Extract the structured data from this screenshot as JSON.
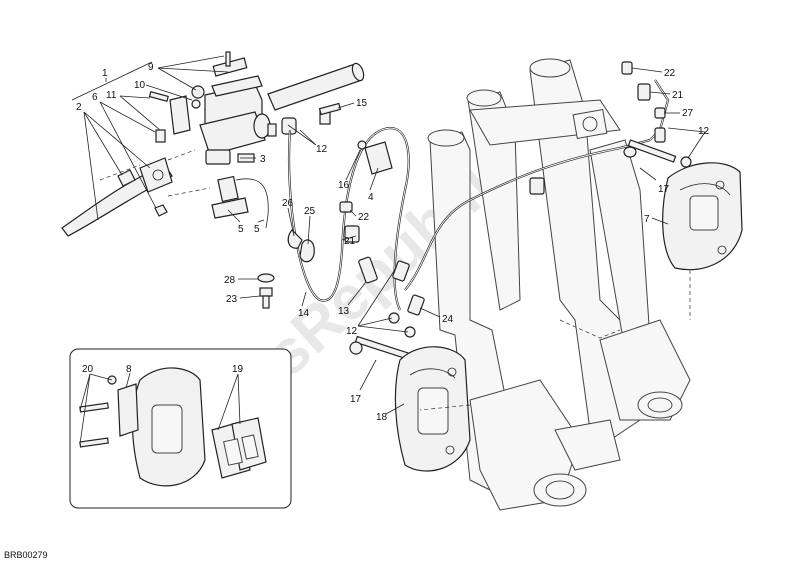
{
  "labels": [
    {
      "text": "1"
    },
    {
      "text": "2"
    },
    {
      "text": "3"
    },
    {
      "text": "4"
    },
    {
      "text": "5"
    },
    {
      "text": "5"
    },
    {
      "text": "6"
    },
    {
      "text": "7"
    },
    {
      "text": "8"
    },
    {
      "text": "9"
    },
    {
      "text": "10"
    },
    {
      "text": "11"
    },
    {
      "text": "12"
    },
    {
      "text": "12"
    },
    {
      "text": "12"
    },
    {
      "text": "13"
    },
    {
      "text": "14"
    },
    {
      "text": "15"
    },
    {
      "text": "16"
    },
    {
      "text": "17"
    },
    {
      "text": "17"
    },
    {
      "text": "18"
    },
    {
      "text": "19"
    },
    {
      "text": "20"
    },
    {
      "text": "21"
    },
    {
      "text": "21"
    },
    {
      "text": "22"
    },
    {
      "text": "22"
    },
    {
      "text": "23"
    },
    {
      "text": "24"
    },
    {
      "text": "25"
    },
    {
      "text": "26"
    },
    {
      "text": "27"
    },
    {
      "text": "28"
    }
  ],
  "watermark": "PartsRepublik",
  "diagram_code": "BRB00279"
}
